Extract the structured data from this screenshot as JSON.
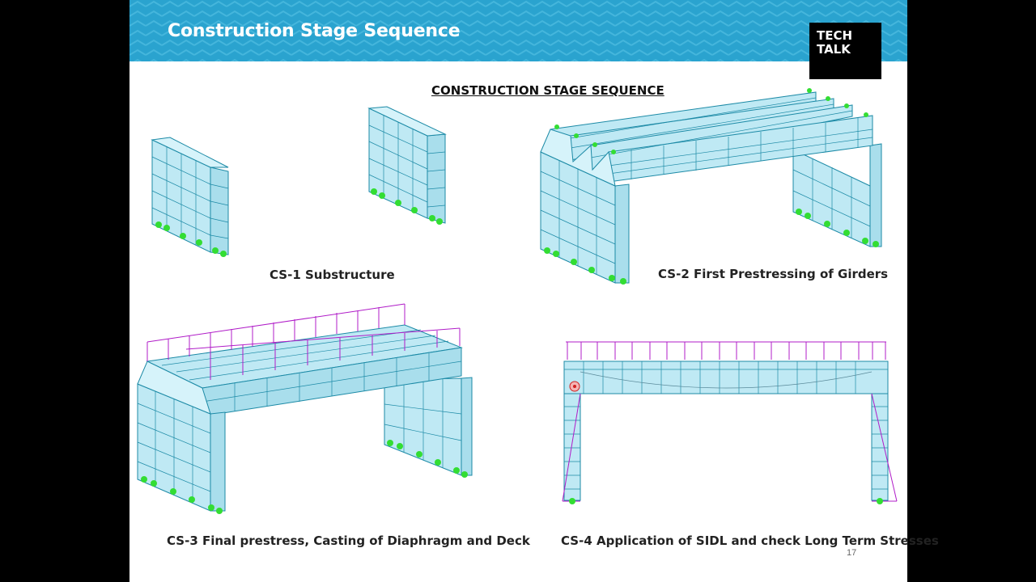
{
  "slide": {
    "title": "Construction Stage Sequence",
    "logo_line1": "TECH",
    "logo_line2": "TALK",
    "heading": "CONSTRUCTION STAGE SEQUENCE",
    "page_number": "17"
  },
  "stages": [
    {
      "caption": "CS-1 Substructure"
    },
    {
      "caption": "CS-2 First Prestressing of Girders"
    },
    {
      "caption": "CS-3 Final prestress, Casting of Diaphragm and Deck"
    },
    {
      "caption": "CS-4 Application of SIDL  and check Long Term Stresses"
    }
  ],
  "colors": {
    "banner": "#2aa3cf",
    "model_fill": "#bfe9f4",
    "model_edge": "#1c8aa6",
    "support": "#33dd33",
    "load_arrow": "#b01cc8"
  }
}
